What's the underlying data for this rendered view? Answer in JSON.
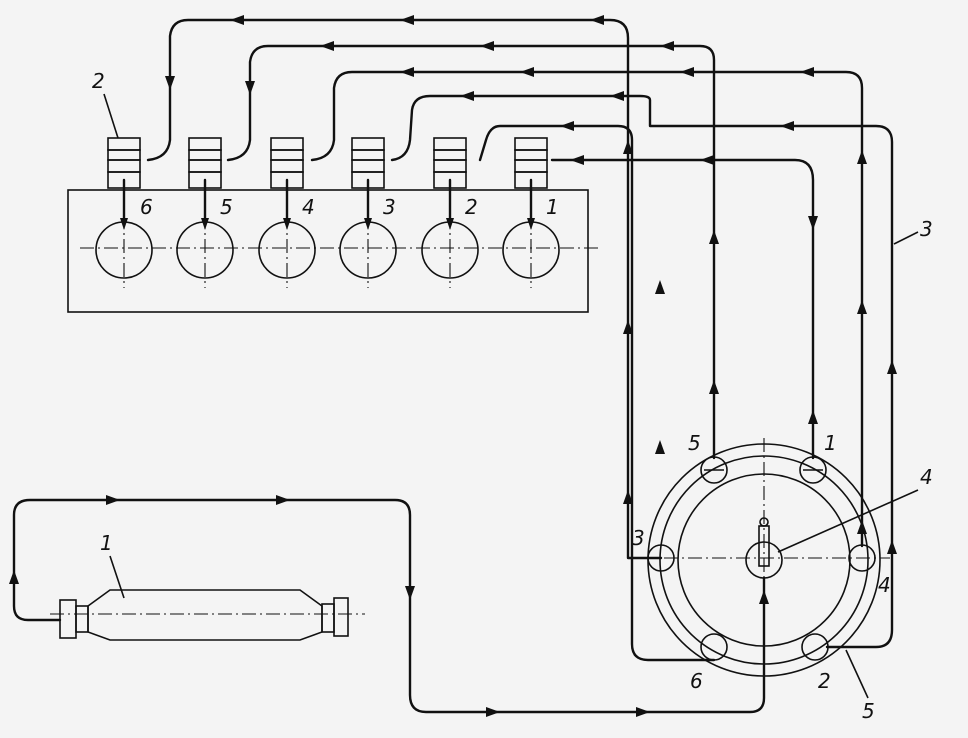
{
  "cylinder_numbers": [
    "6",
    "5",
    "4",
    "3",
    "2",
    "1"
  ],
  "pump_outlet_labels": {
    "top_left": "5",
    "top_right": "1",
    "left": "3",
    "right": "4",
    "bottom_left": "6",
    "bottom_right": "2"
  },
  "callouts": {
    "injector": "2",
    "filter": "1",
    "high_pressure_line": "3",
    "pump_shaft": "4",
    "pump_housing": "5"
  }
}
